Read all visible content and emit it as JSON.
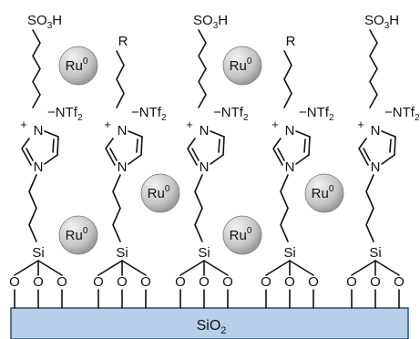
{
  "scheme": {
    "acid_group": "SO3H",
    "alkyl_group": "R",
    "anion": "NTf2",
    "cation_n": "N",
    "ring_n": "N",
    "plus_sign": "+",
    "minus_sign": "−",
    "silicon": "Si",
    "oxygen": "O",
    "ruthenium": "Ru",
    "ru_superscript": "0",
    "support": "SiO2"
  },
  "chains": [
    {
      "head": "SO3H"
    },
    {
      "head": "R"
    },
    {
      "head": "SO3H"
    },
    {
      "head": "R"
    },
    {
      "head": "SO3H"
    }
  ],
  "nanoparticles_count": 6,
  "colors": {
    "support_fill": "#b7cfe8",
    "support_stroke": "#2f4f73",
    "particle_light": "#f2f2f2",
    "particle_dark": "#9a9a9a"
  }
}
